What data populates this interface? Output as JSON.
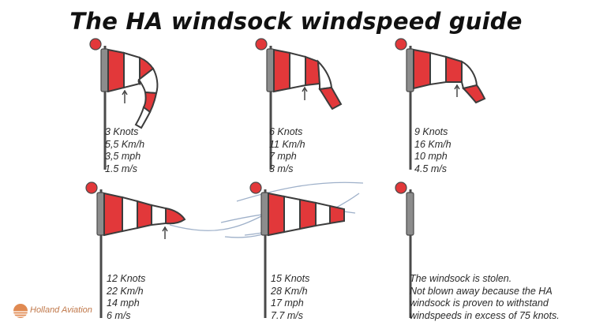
{
  "title": "The HA windsock windspeed guide",
  "colors": {
    "red": "#e2383a",
    "pole": "#4a4a4a",
    "outline": "#3c3c3c",
    "wind": "#8ea3c0",
    "logo": "#e08a52"
  },
  "panels": [
    {
      "lines": [
        "3 Knots",
        "5,5 Km/h",
        "3,5 mph",
        "1.5 m/s"
      ]
    },
    {
      "lines": [
        "6 Knots",
        "11 Km/h",
        "7 mph",
        "3 m/s"
      ]
    },
    {
      "lines": [
        "9 Knots",
        "16 Km/h",
        "10 mph",
        "4.5 m/s"
      ]
    },
    {
      "lines": [
        "12 Knots",
        "22 Km/h",
        "14 mph",
        "6 m/s"
      ]
    },
    {
      "lines": [
        "15 Knots",
        "28 Km/h",
        "17 mph",
        "7.7 m/s"
      ]
    },
    {
      "lines": [
        "The windsock is stolen.",
        "Not blown away because the HA",
        "windsock is proven to withstand",
        "windspeeds in excess of 75 knots."
      ]
    }
  ],
  "logo": {
    "name": "Holland Aviation"
  }
}
